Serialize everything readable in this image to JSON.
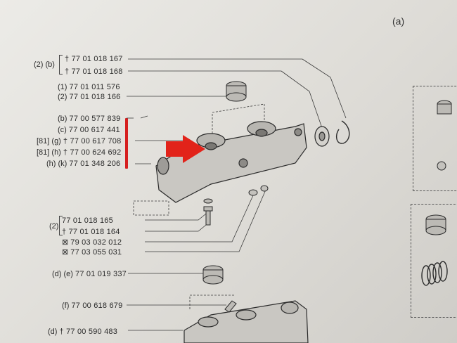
{
  "sheet_ref": "(a)",
  "labels": [
    {
      "id": "l1",
      "prefix": "(2) (b)",
      "text": "† 77 01 018 167"
    },
    {
      "id": "l2",
      "prefix": "",
      "text": "† 77 01 018 168"
    },
    {
      "id": "l3",
      "prefix": "(1)",
      "text": "77 01 011 576"
    },
    {
      "id": "l4",
      "prefix": "(2)",
      "text": "77 01 018 166"
    },
    {
      "id": "l5",
      "prefix": "(b)",
      "text": "77 00 577 839"
    },
    {
      "id": "l6",
      "prefix": "(c)",
      "text": "77 00 617 441"
    },
    {
      "id": "l7",
      "prefix": "[81] (g)",
      "text": "† 77 00 617 708"
    },
    {
      "id": "l8",
      "prefix": "[81] (h)",
      "text": "† 77 00 624 692"
    },
    {
      "id": "l9",
      "prefix": "(h) (k)",
      "text": "77 01 348 206"
    },
    {
      "id": "l10",
      "prefix": "",
      "text": "77 01 018 165"
    },
    {
      "id": "l11",
      "prefix": "(2)",
      "text": "† 77 01 018 164"
    },
    {
      "id": "l12",
      "prefix": "⊠",
      "text": "79 03 032 012"
    },
    {
      "id": "l13",
      "prefix": "⊠",
      "text": "77 03 055 031"
    },
    {
      "id": "l14",
      "prefix": "(d) (e)",
      "text": "77 01 019 337"
    },
    {
      "id": "l15",
      "prefix": "(f)",
      "text": "77 00 618 679"
    },
    {
      "id": "l16",
      "prefix": "(d)",
      "text": "† 77 00 590 483"
    }
  ],
  "colors": {
    "highlight_red": "#d61f1f",
    "arrow_red": "#e2231a",
    "ink": "#2b2b2b"
  }
}
